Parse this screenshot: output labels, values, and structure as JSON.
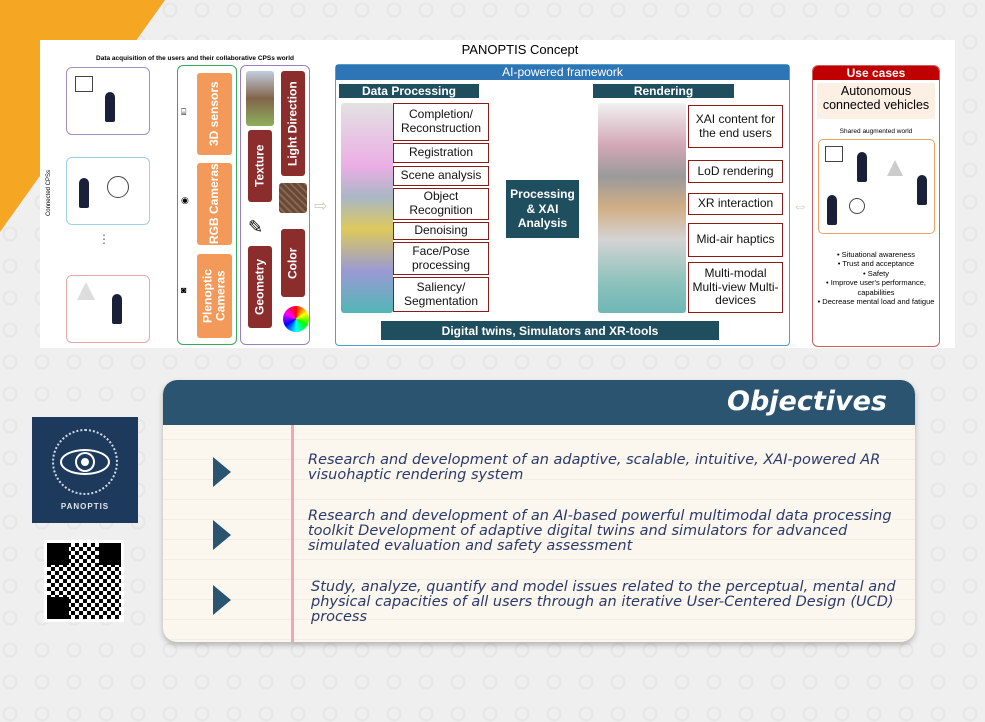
{
  "diagram": {
    "title": "PANOPTIS Concept",
    "acquisition_title": "Data acquisition of the users and their collaborative CPSs world",
    "connected_cps": "Connected CPSs",
    "sensors": [
      "3D sensors",
      "RGB Cameras",
      "Plenoptic Cameras"
    ],
    "attributes": [
      "Texture",
      "Light Direction",
      "Geometry",
      "Color"
    ],
    "framework_title": "AI-powered framework",
    "data_processing": {
      "header": "Data Processing",
      "items": [
        "Completion/ Reconstruction",
        "Registration",
        "Scene analysis",
        "Object Recognition",
        "Denoising",
        "Face/Pose processing",
        "Saliency/ Segmentation"
      ]
    },
    "processing_xai": "Processing & XAI Analysis",
    "rendering": {
      "header": "Rendering",
      "items": [
        "XAI content for the end users",
        "LoD rendering",
        "XR interaction",
        "Mid-air haptics",
        "Multi-modal Multi-view Multi-devices"
      ]
    },
    "digital_twins": "Digital twins, Simulators and XR-tools",
    "use_cases": {
      "header": "Use cases",
      "title": "Autonomous connected vehicles",
      "shared": "Shared augmented world",
      "bullets": [
        "• Situational awareness",
        "• Trust and acceptance",
        "• Safety",
        "• Improve user's performance, capabilities",
        "• Decrease mental load and fatigue"
      ]
    }
  },
  "logo": {
    "text": "PANOPTIS"
  },
  "objectives": {
    "title": "Objectives",
    "items": [
      "Research and development of an adaptive, scalable, intuitive, XAI-powered AR visuohaptic rendering system",
      "Research and development of an AI-based powerful multimodal data processing toolkit Development of adaptive digital twins and simulators for advanced simulated evaluation and safety assessment",
      "Study, analyze, quantify and model issues related to the perceptual, mental and physical capacities of all users through an iterative User-Centered Design (UCD) process"
    ]
  },
  "colors": {
    "accent_orange": "#f5a623",
    "navy": "#2a5470",
    "maroon": "#8b2d2d"
  }
}
